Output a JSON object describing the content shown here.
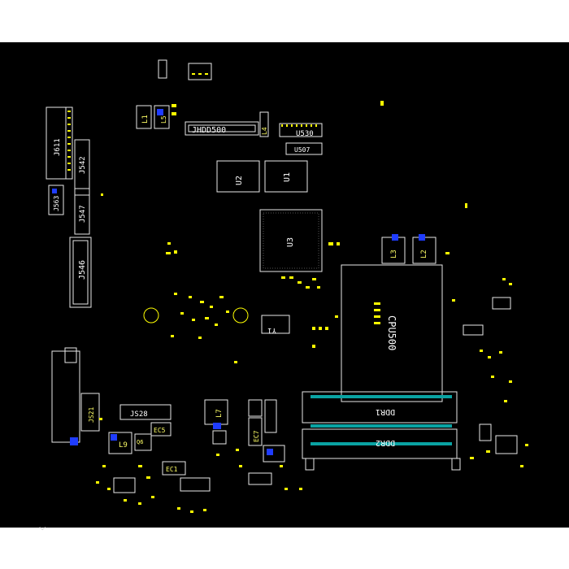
{
  "labels": {
    "j611": "J611",
    "j542": "J542",
    "j547": "J547",
    "j546": "J546",
    "j563": "J563",
    "jhdd500": "JHDD500",
    "l1": "L1",
    "l2": "L2",
    "l3": "L3",
    "l5": "L5",
    "l7": "L7",
    "l9": "L9",
    "u530": "U530",
    "u507": "U507",
    "u2": "U2",
    "u1": "U1",
    "u3": "U3",
    "cpu500": "CPU500",
    "ddr1": "DDR1",
    "ddr2": "DDR2",
    "y1": "Y1",
    "js28": "JS28",
    "js21": "JS21",
    "ec5": "EC5",
    "ec1": "EC1",
    "ec7": "EC7",
    "q6": "Q6"
  },
  "colors": {
    "background": "#000000",
    "outline": "#e8e8e8",
    "pad_yellow": "#ffff00",
    "pad_blue": "#1f3cff",
    "ddr_teal": "#0aa3a3"
  },
  "corner_mark": "⌵"
}
